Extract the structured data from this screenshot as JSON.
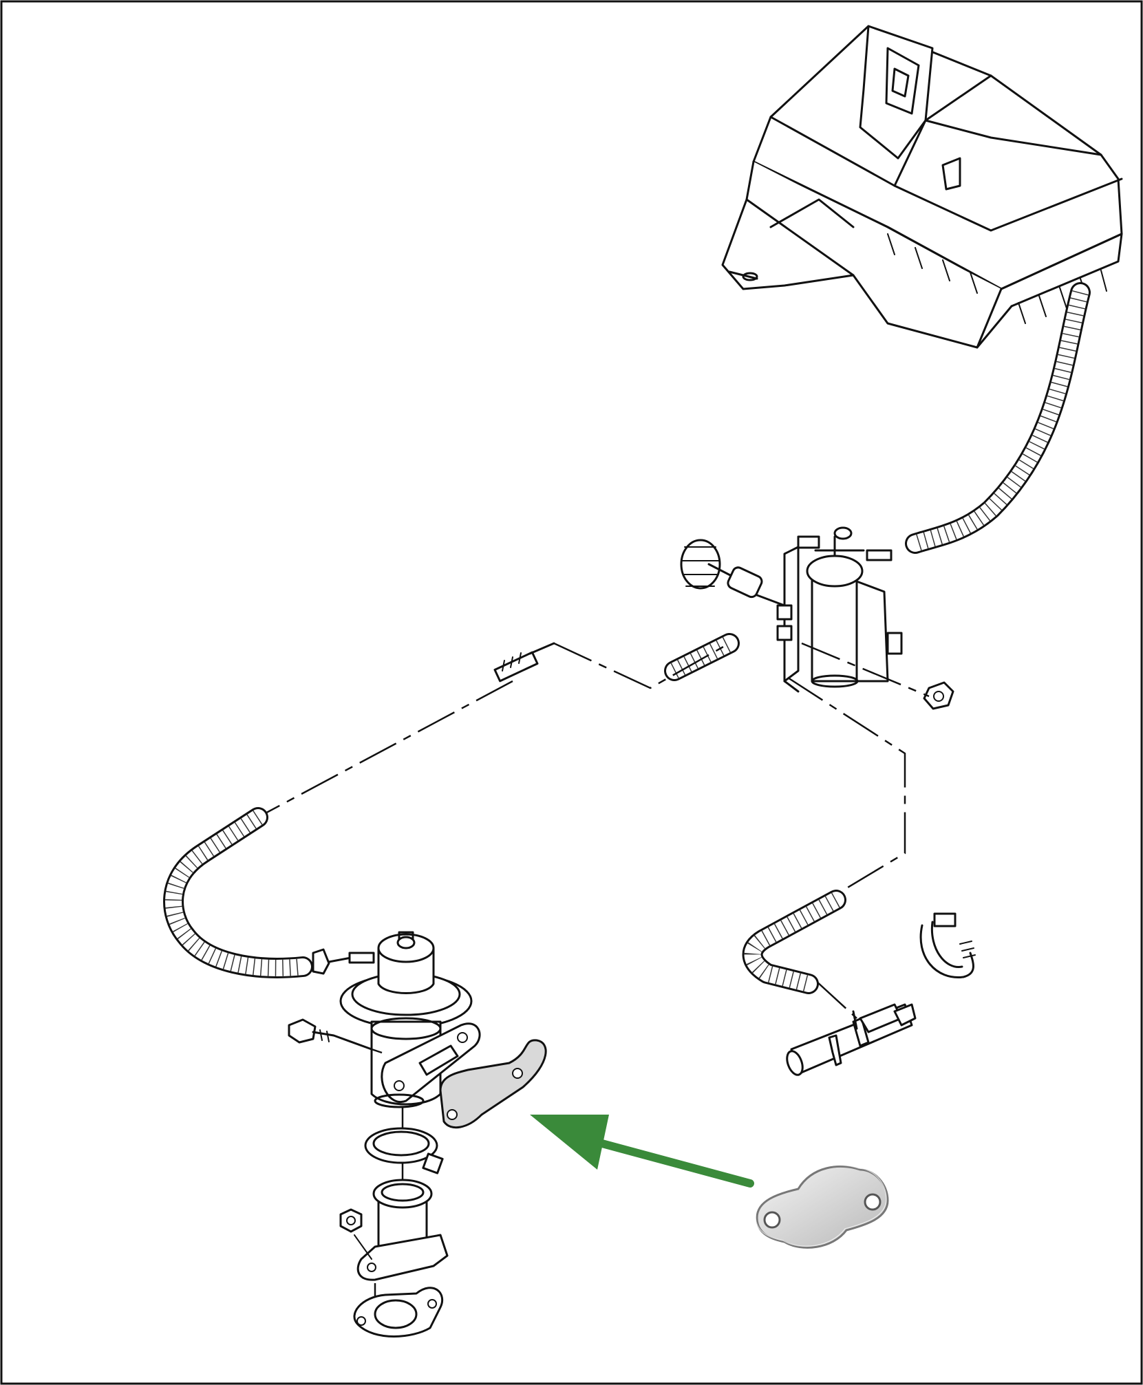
{
  "figure": {
    "background": "#ffffff",
    "line_color": "#111111",
    "accent_arrow_color": "#3a8a3a",
    "blanking_plate_fill": "#d9d9d9",
    "parts": [
      {
        "name": "air-cleaner-housing",
        "icon": "air-box-icon"
      },
      {
        "name": "egr-vacuum-solenoid",
        "icon": "solenoid-icon"
      },
      {
        "name": "vacuum-filter",
        "icon": "filter-icon"
      },
      {
        "name": "vacuum-hose",
        "icon": "hose-icon"
      },
      {
        "name": "egr-valve",
        "icon": "valve-icon"
      },
      {
        "name": "egr-gasket",
        "icon": "gasket-icon"
      },
      {
        "name": "egr-pipe",
        "icon": "pipe-icon"
      },
      {
        "name": "hose-clamp",
        "icon": "clamp-icon"
      },
      {
        "name": "blanking-plate",
        "icon": "plate-icon"
      },
      {
        "name": "pointer-arrow",
        "icon": "arrow-icon"
      }
    ]
  }
}
